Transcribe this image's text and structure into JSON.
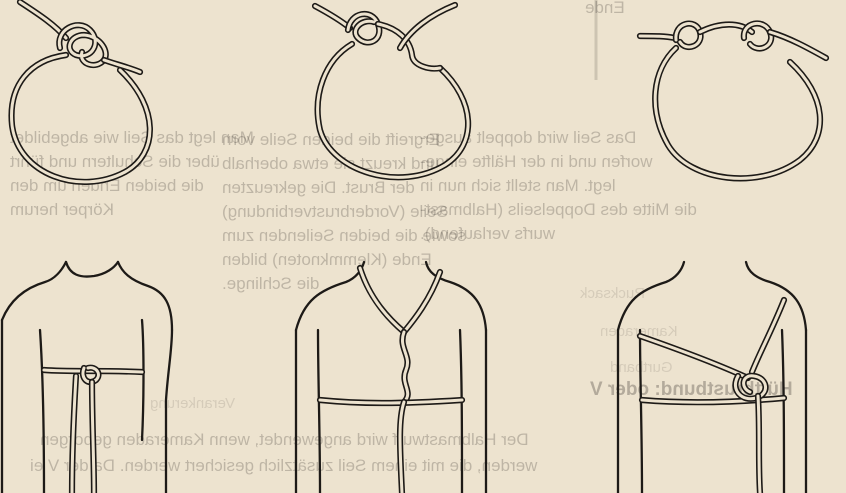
{
  "show_through": {
    "left_column": [
      "Man legt das Seil wie abgebildet",
      "über die Schultern und führt",
      "die beiden Enden um den",
      "Körper herum"
    ],
    "middle_column": [
      "Ergreift die beiden Seile vorn",
      "und kreuzt sie etwa oberhalb",
      "der Brust. Die gekreuzten",
      "Seile (Vorderbrustverbindung)",
      "sowie die beiden Seilenden zum",
      "Ende (Klemmknoten) bilden",
      "die Schlinge."
    ],
    "right_column": [
      "Das Seil wird doppelt ausge-",
      "worfen und in der Hälfte einge-",
      "legt. Man stellt sich nun in",
      "die Mitte des Doppelseils (Halbmast-",
      "wurfs verlaufend)."
    ],
    "heading": "Hüftbrustbund: oder V",
    "bottom_lines": [
      "Der Halbmastwurf wird angewendet, wenn Kameraden geborgen",
      "werden, die mit einem Seil zusätzlich gesichert werden. Da der V ei"
    ],
    "top_fragment": "Ende",
    "faint_words": [
      "Rucksack",
      "Kameraden",
      "Verankerung",
      "Gurtband"
    ]
  }
}
